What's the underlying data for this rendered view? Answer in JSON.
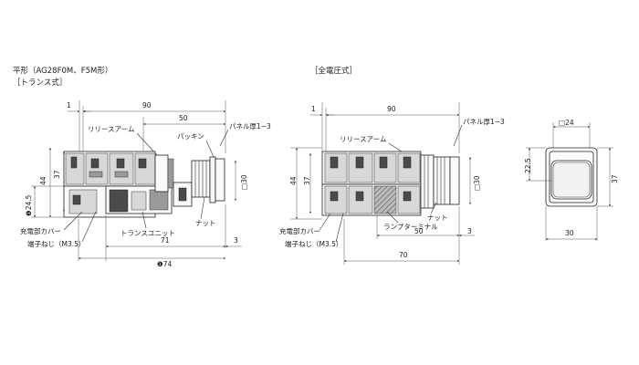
{
  "diagram": {
    "left": {
      "title_line1": "平形（AG28F0M、F5M形）",
      "title_line2": "［トランス式］",
      "dims": {
        "d1": "1",
        "d90": "90",
        "d50": "50",
        "d37": "37",
        "d44": "44",
        "d245": "❶24.5",
        "d71": "71",
        "d3": "3",
        "d74": "❶74",
        "d30": "□30"
      },
      "labels": {
        "release_arm": "リリースアーム",
        "packing": "パッキン",
        "panel": "パネル厚1~3",
        "charge_cover": "充電部カバー",
        "terminal_screw": "端子ねじ（M3.5）",
        "transformer_unit": "トランスユニット",
        "nut": "ナット"
      }
    },
    "middle": {
      "title": "［全電圧式］",
      "dims": {
        "d1": "1",
        "d90": "90",
        "d44": "44",
        "d37": "37",
        "d50": "50",
        "d3": "3",
        "d70": "70",
        "d30": "□30"
      },
      "labels": {
        "release_arm": "リリースアーム",
        "panel": "パネル厚1~3",
        "nut": "ナット",
        "lamp_terminal": "ランプターミナル",
        "charge_cover": "充電部カバー",
        "terminal_screw": "端子ねじ（M3.5）"
      }
    },
    "right": {
      "dims": {
        "d24": "□24",
        "d225": "22.5",
        "d37": "37",
        "d30": "30"
      }
    }
  }
}
